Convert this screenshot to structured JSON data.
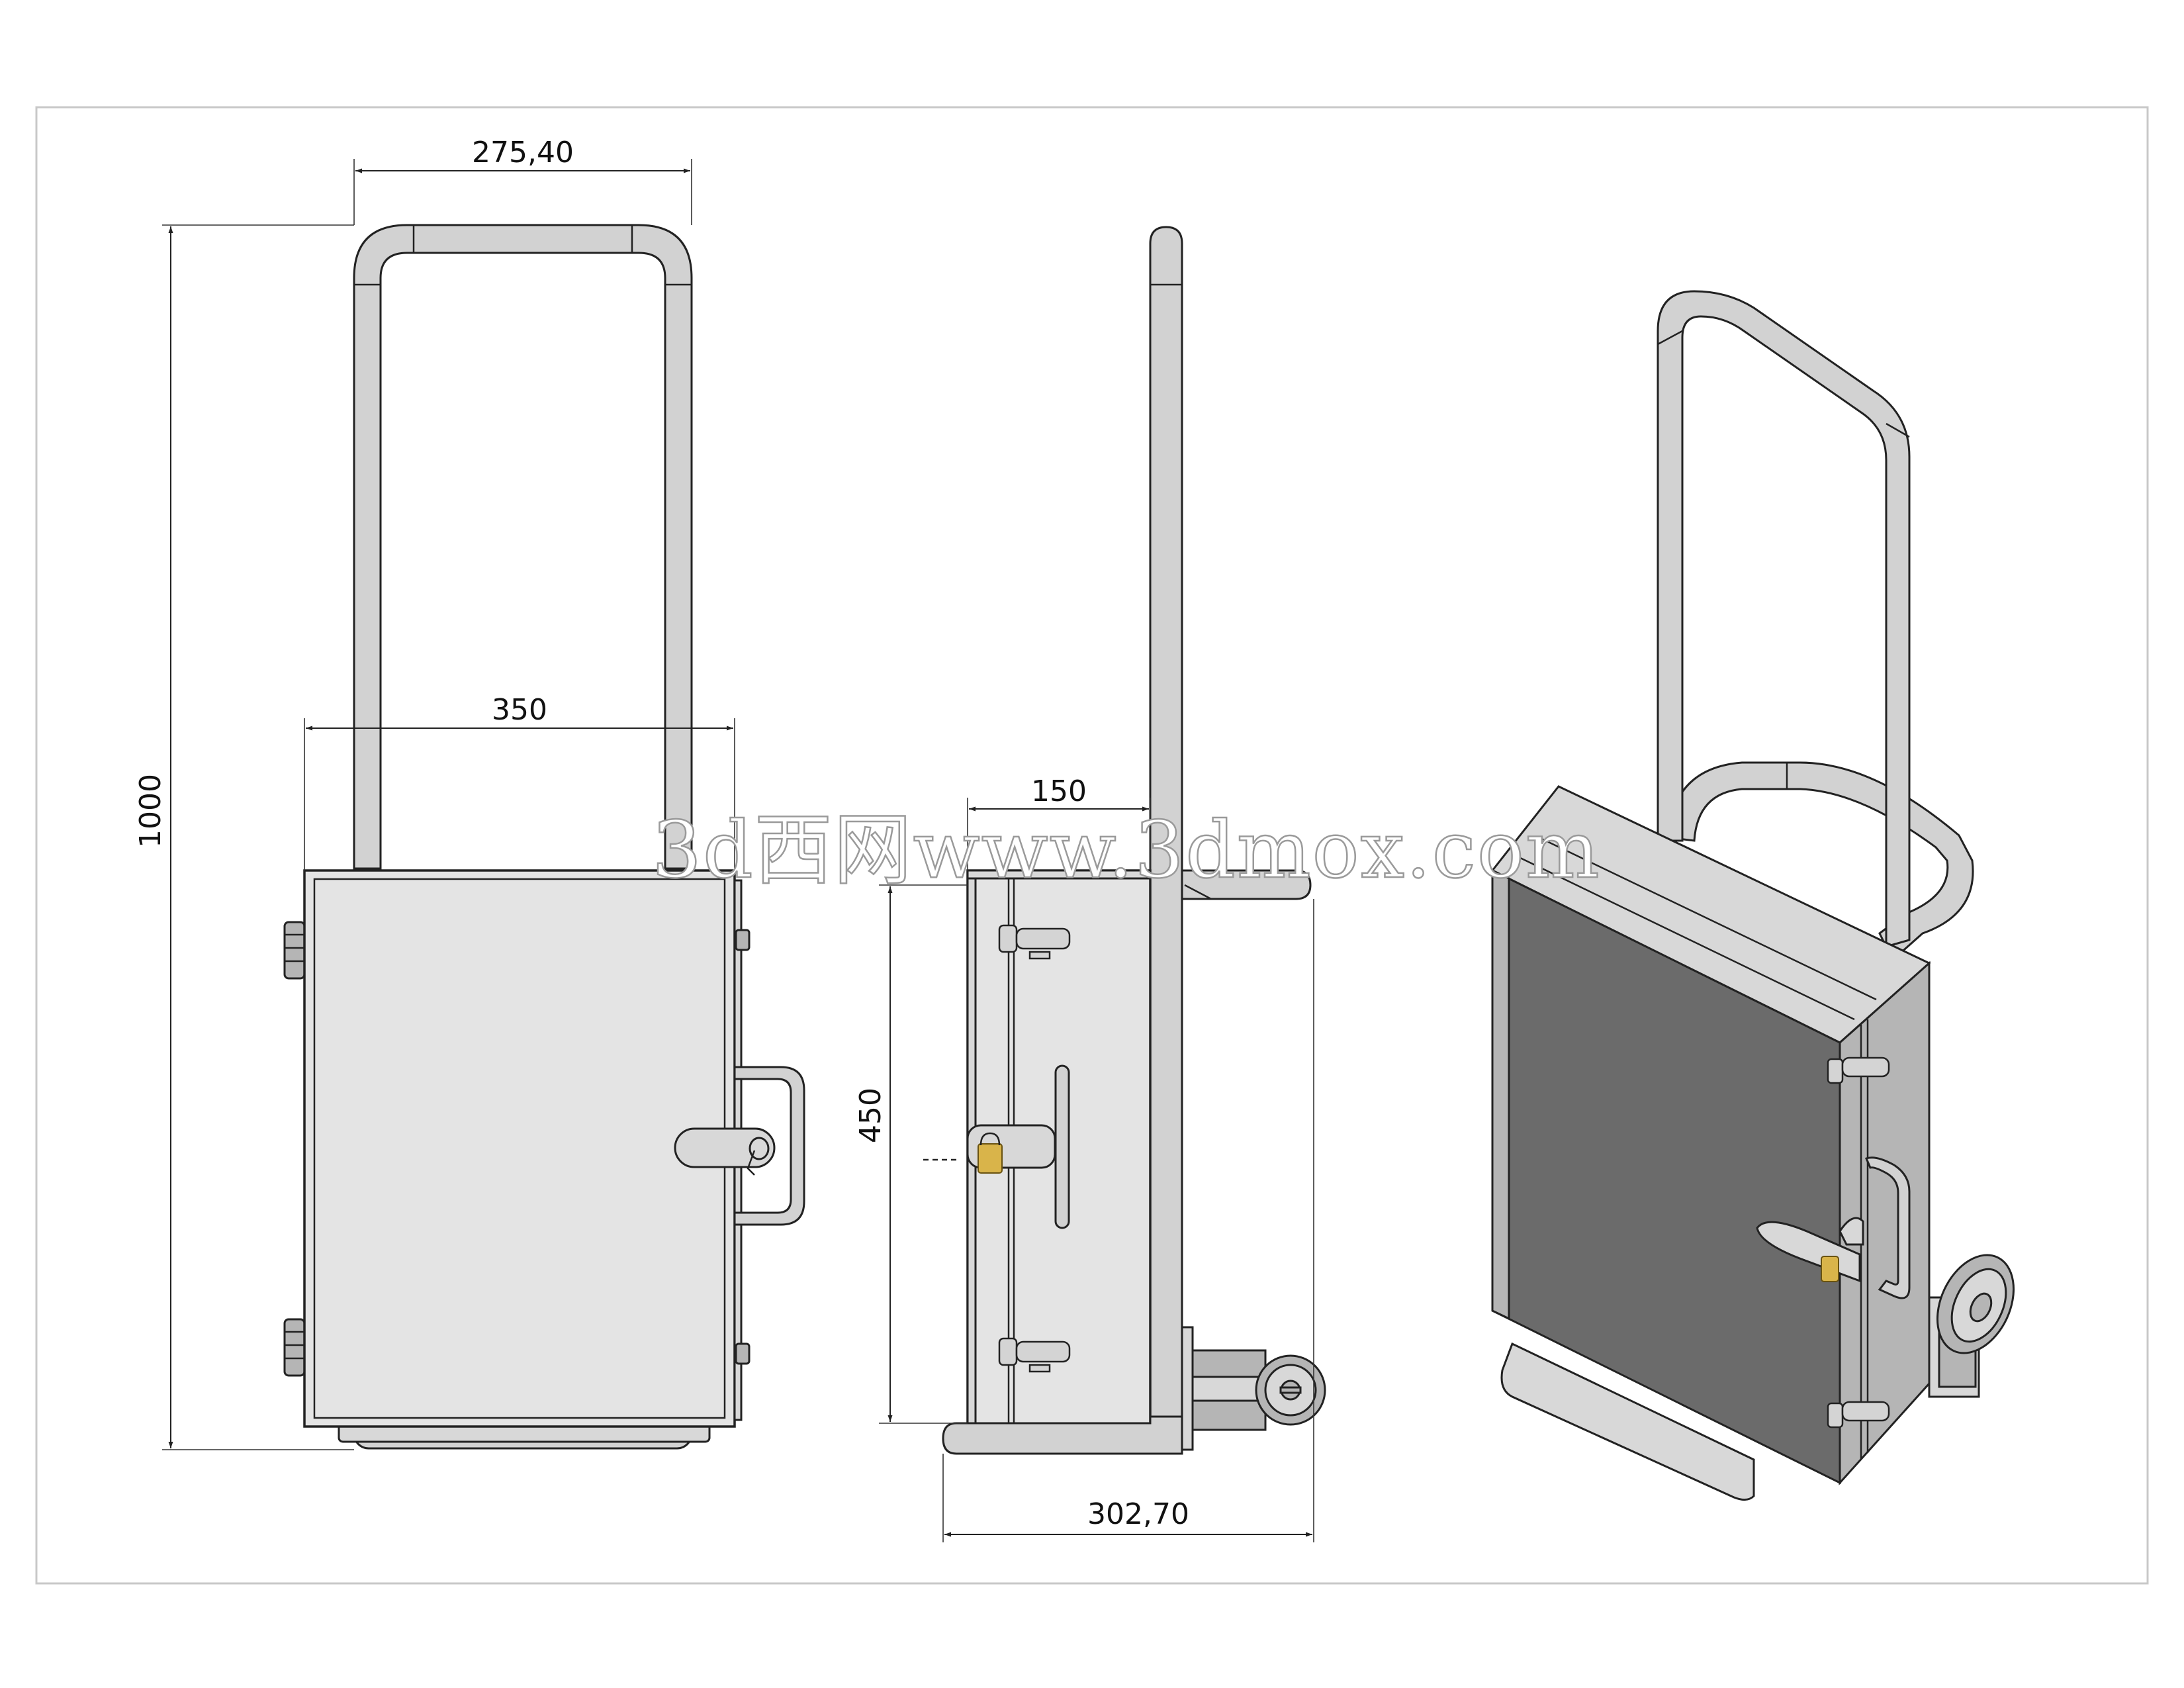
{
  "dimensions": {
    "handle_width": "275,40",
    "box_width": "350",
    "overall_height": "1000",
    "side_depth": "150",
    "side_height": "450",
    "side_overall_depth": "302,70"
  },
  "watermark": "3d西网www.3dmox.com",
  "colors": {
    "line": "#222222",
    "tube": "#bdbdbd",
    "panel": "#e4e4e4",
    "iso_dark": "#6b6b6b",
    "padlock": "#d9b44a"
  }
}
